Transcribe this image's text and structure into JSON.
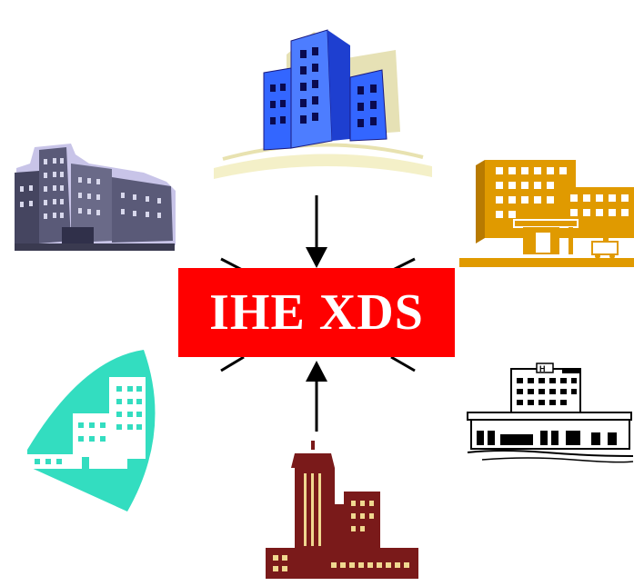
{
  "hub": {
    "label": "IHE XDS",
    "color": "#ff0000",
    "text_color": "#ffffff"
  },
  "buildings": [
    {
      "name": "blue-office-tower-icon",
      "color": "#3366ff",
      "position": "top"
    },
    {
      "name": "slate-hospital-complex-icon",
      "color": "#5a5a78",
      "position": "upper-left"
    },
    {
      "name": "orange-hospital-ambulance-icon",
      "color": "#e09a00",
      "position": "upper-right"
    },
    {
      "name": "teal-clinic-icon",
      "color": "#33ddc0",
      "position": "lower-left"
    },
    {
      "name": "outlined-hospital-icon",
      "color": "#000000",
      "position": "lower-right"
    },
    {
      "name": "maroon-tower-icon",
      "color": "#7a1a1a",
      "position": "bottom"
    }
  ],
  "connections": [
    {
      "from": "top",
      "to": "hub",
      "arrow": true
    },
    {
      "from": "bottom",
      "to": "hub",
      "arrow": true
    },
    {
      "from": "upper-left",
      "to": "hub",
      "arrow": false
    },
    {
      "from": "upper-right",
      "to": "hub",
      "arrow": false
    },
    {
      "from": "lower-left",
      "to": "hub",
      "arrow": false
    },
    {
      "from": "lower-right",
      "to": "hub",
      "arrow": false
    }
  ]
}
